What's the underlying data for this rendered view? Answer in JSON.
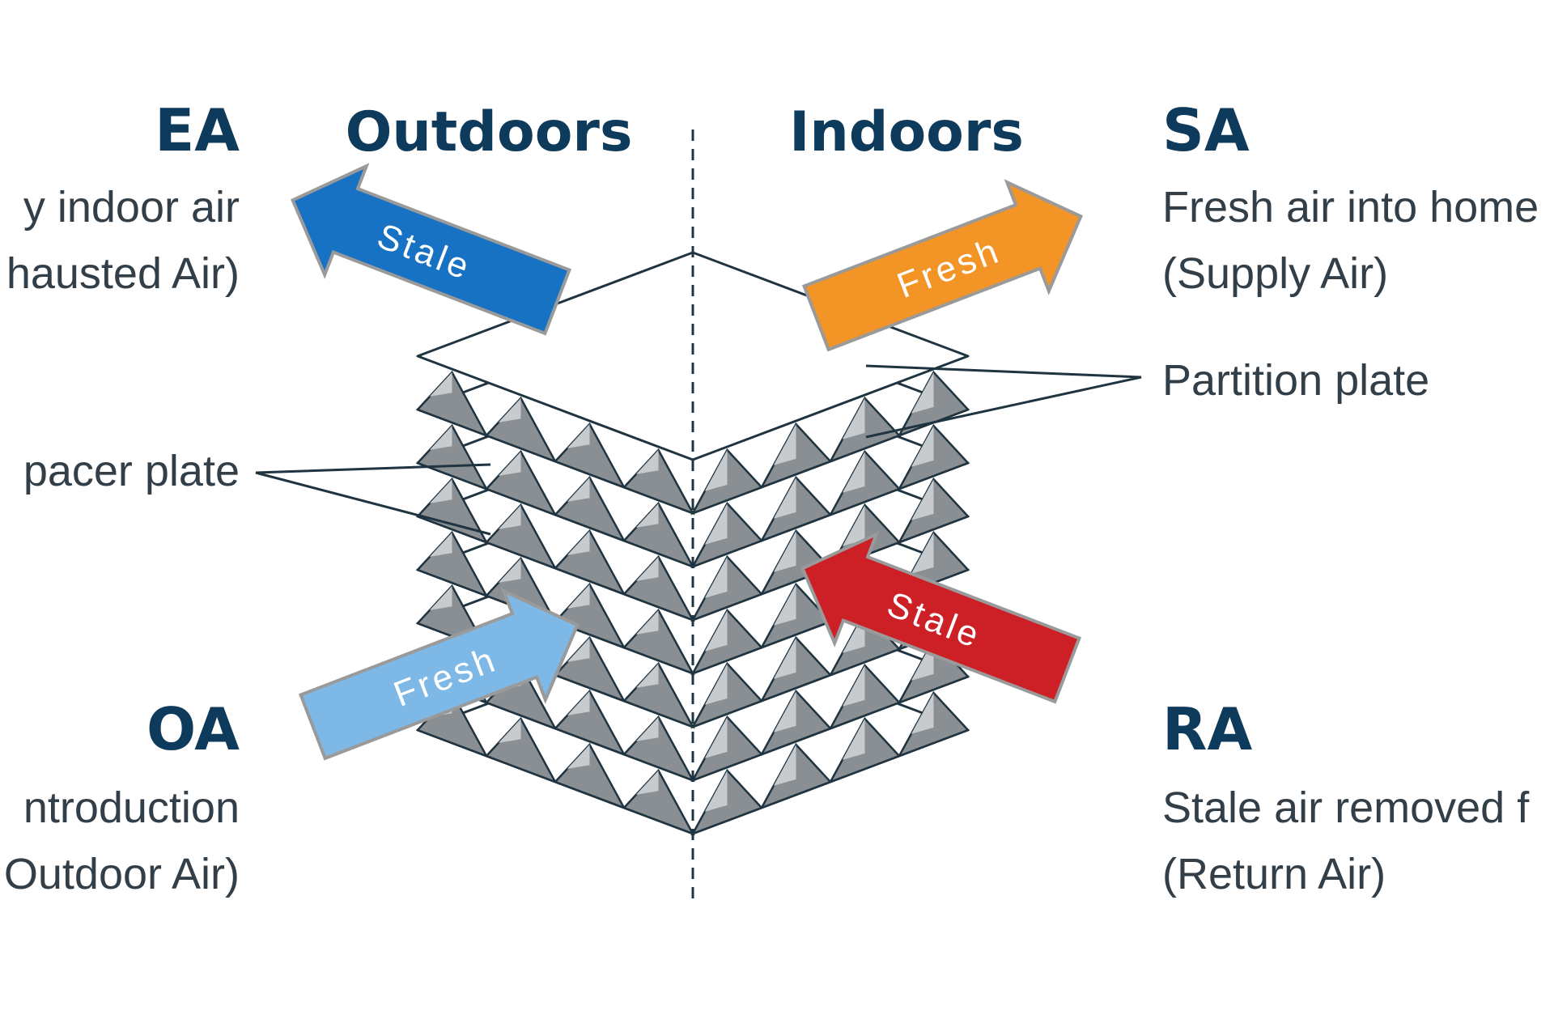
{
  "colors": {
    "heading": "#0e3a5c",
    "text": "#333f48",
    "line": "#1f3440",
    "spacer_dark": "#8a8f94",
    "spacer_light": "#c8cbce",
    "stale_exhaust": "#1872c4",
    "fresh_supply": "#f39427",
    "stale_return": "#cc1f26",
    "fresh_outdoor": "#7db8e6",
    "arrow_border": "#9a9a9a"
  },
  "headings": {
    "outdoors": "Outdoors",
    "indoors": "Indoors"
  },
  "ea": {
    "code": "EA",
    "line1": "y indoor air",
    "line2": "hausted Air)"
  },
  "sa": {
    "code": "SA",
    "line1": "Fresh air into home",
    "line2": "(Supply Air)"
  },
  "oa": {
    "code": "OA",
    "line1": "ntroduction",
    "line2": "Outdoor Air)"
  },
  "ra": {
    "code": "RA",
    "line1": "Stale air removed f",
    "line2": "(Return Air)"
  },
  "labels": {
    "partition_plate": "Partition plate",
    "spacer_plate": "pacer plate"
  },
  "arrows": {
    "stale_out": "Stale",
    "fresh_in": "Fresh",
    "stale_in": "Stale",
    "fresh_out": "Fresh"
  }
}
